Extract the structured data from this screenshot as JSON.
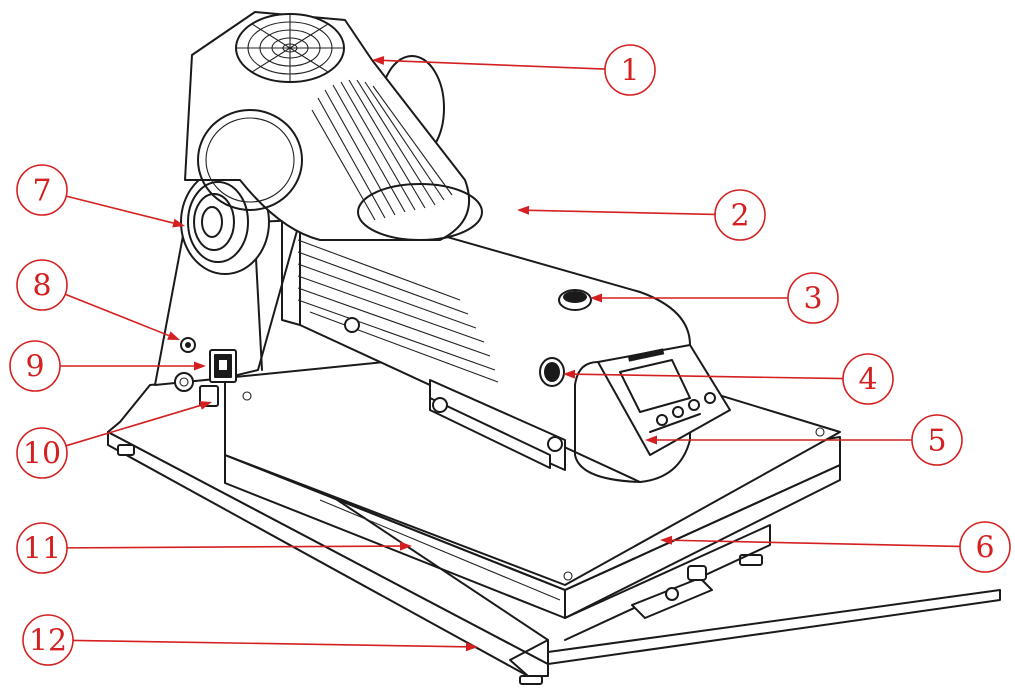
{
  "diagram": {
    "callouts": [
      {
        "id": "1",
        "label": "1"
      },
      {
        "id": "2",
        "label": "2"
      },
      {
        "id": "3",
        "label": "3"
      },
      {
        "id": "4",
        "label": "4"
      },
      {
        "id": "5",
        "label": "5"
      },
      {
        "id": "6",
        "label": "6"
      },
      {
        "id": "7",
        "label": "7"
      },
      {
        "id": "8",
        "label": "8"
      },
      {
        "id": "9",
        "label": "9"
      },
      {
        "id": "10",
        "label": "10"
      },
      {
        "id": "11",
        "label": "11"
      },
      {
        "id": "12",
        "label": "12"
      }
    ],
    "colors": {
      "leader": "#d42020",
      "outline": "#1a1a1a",
      "background": "#ffffff"
    }
  }
}
